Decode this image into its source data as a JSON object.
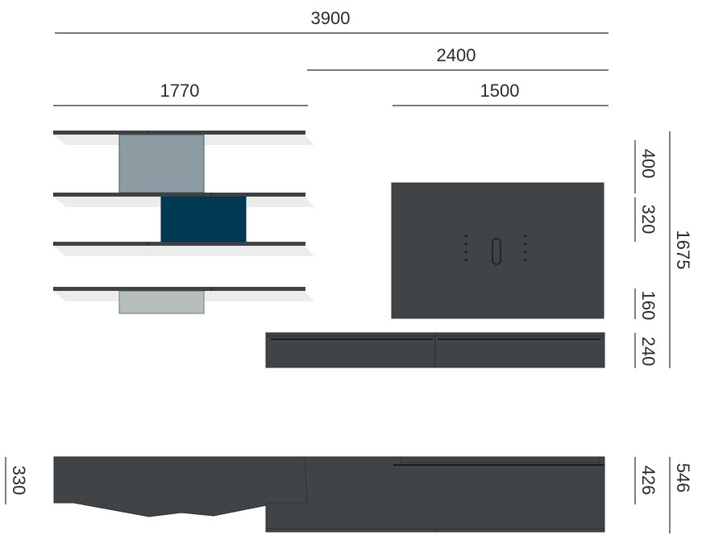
{
  "dimensions": {
    "total_width": "3900",
    "right_width": "2400",
    "left_width": "1770",
    "panel_width": "1500",
    "h_400": "400",
    "h_320": "320",
    "h_160": "160",
    "h_240": "240",
    "h_1675": "1675",
    "h_330": "330",
    "h_426": "426",
    "h_546": "546"
  },
  "colors": {
    "shelf": "#3f4245",
    "panel_grey_blue": "#8c9ca2",
    "panel_petrol": "#003a52",
    "panel_light_grey": "#b7bfbd",
    "cabinet": "#414447"
  }
}
